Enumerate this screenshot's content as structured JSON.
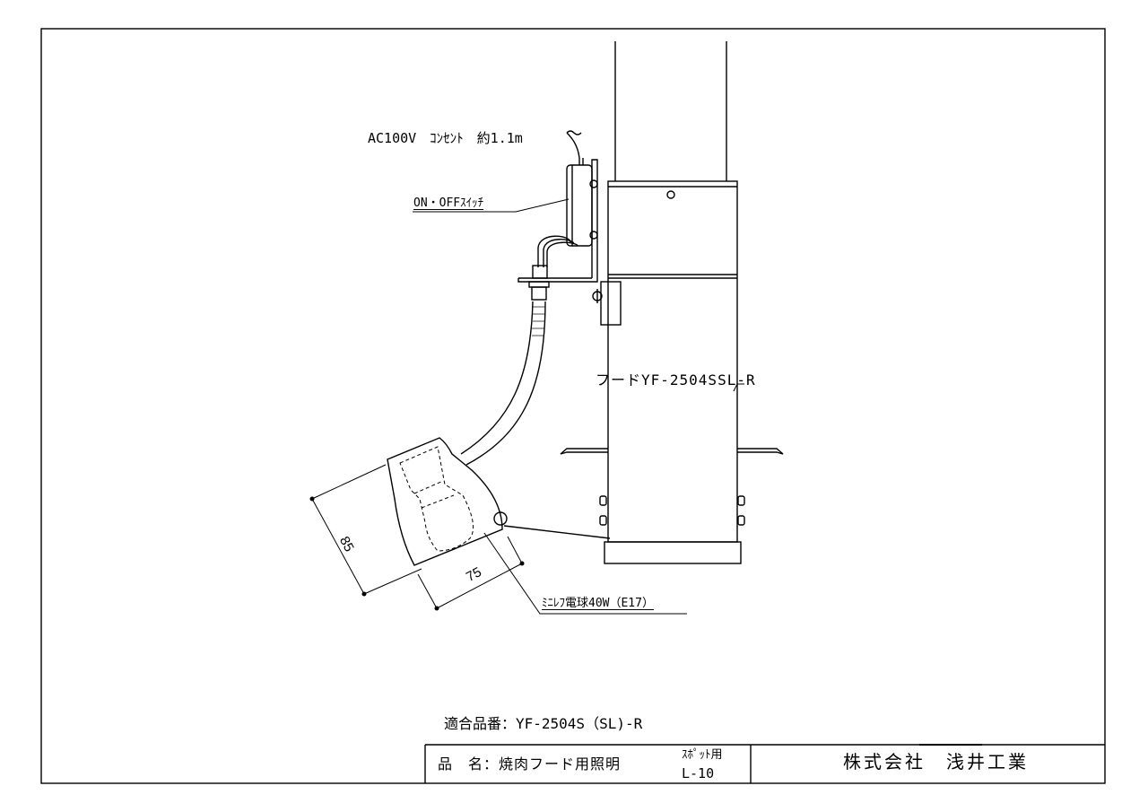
{
  "labels": {
    "power": "AC100V　ｺﾝｾﾝﾄ　約1.1m",
    "switch": "ON・OFFｽｲｯﾁ",
    "hood": "フードYF-2504SSL-R",
    "bulb": "ﾐﾆﾚﾌ電球40W（E17）"
  },
  "dimensions": {
    "height": "85",
    "width": "75"
  },
  "compatible": "適合品番：YF-2504S（SL)-R",
  "title_block": {
    "product_name": "品　名：焼肉フード用照明",
    "type_line1": "ｽﾎﾟｯﾄ用",
    "type_line2": "L-10",
    "company": "株式会社　浅井工業"
  }
}
